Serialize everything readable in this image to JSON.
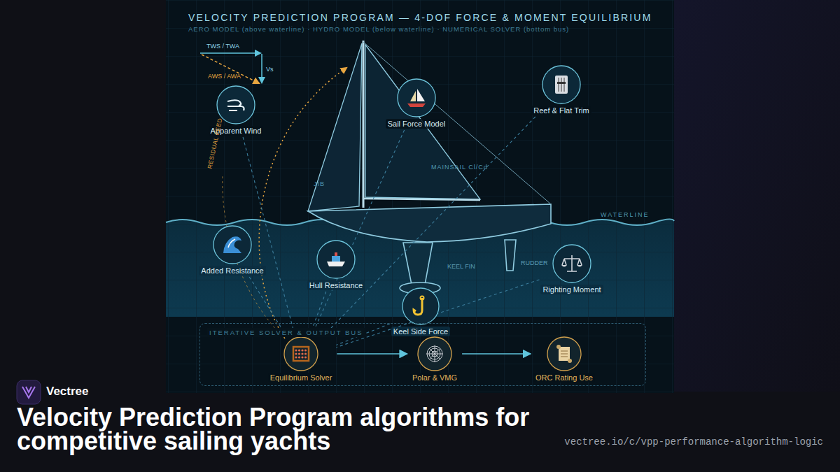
{
  "diagram": {
    "title": "VELOCITY PREDICTION PROGRAM — 4-DOF FORCE & MOMENT EQUILIBRIUM",
    "caption": "Velocity Prediction Program algorithms for competitive sailing yachts",
    "nodes": [
      {
        "text": [
          "Apparent Wind"
        ]
      },
      {
        "text": [
          "Sail Force Model"
        ]
      },
      {
        "text": [
          "Reef & Flat Trim"
        ]
      },
      {
        "text": [
          "Added Resistance"
        ]
      },
      {
        "text": [
          "Hull Resistance"
        ]
      },
      {
        "text": [
          "Keel Side Force"
        ]
      },
      {
        "text": [
          "Righting Moment"
        ]
      },
      {
        "text": [
          "ITERATIVE SOLVER & OUTPUT BUS"
        ]
      },
      {
        "text": [
          "Equilibrium Solver"
        ],
        "in": 7
      },
      {
        "text": [
          "Polar & VMG"
        ],
        "in": 7
      },
      {
        "text": [
          "ORC Rating Use"
        ],
        "in": 7
      }
    ],
    "edges": [
      {
        "from": 0,
        "to": 8,
        "arrow": "none"
      },
      {
        "from": 1,
        "to": 8,
        "arrow": "none"
      },
      {
        "from": 2,
        "to": 8,
        "arrow": "none"
      },
      {
        "from": 3,
        "to": 8,
        "arrow": "none"
      },
      {
        "from": 4,
        "to": 8,
        "arrow": "none"
      },
      {
        "from": 5,
        "to": 8,
        "arrow": "none"
      },
      {
        "from": 6,
        "to": 8,
        "arrow": "none"
      },
      {
        "from": 8,
        "to": 9,
        "arrow": "to"
      },
      {
        "from": 9,
        "to": 10,
        "arrow": "to"
      }
    ],
    "labels": [
      "AERO MODEL (above waterline) · HYDRO MODEL (below waterline) · NUMERICAL SOLVER (bottom bus)",
      "TWS / TWA",
      "Vs",
      "AWS / AWA",
      "RESIDUAL FEED",
      "MAINSAIL Cl/Cd",
      "JIB",
      "WATERLINE",
      "KEEL FIN",
      "RUDDER",
      "Vectree",
      "vectree.io/c/vpp-performance-algorithm-logic"
    ]
  }
}
